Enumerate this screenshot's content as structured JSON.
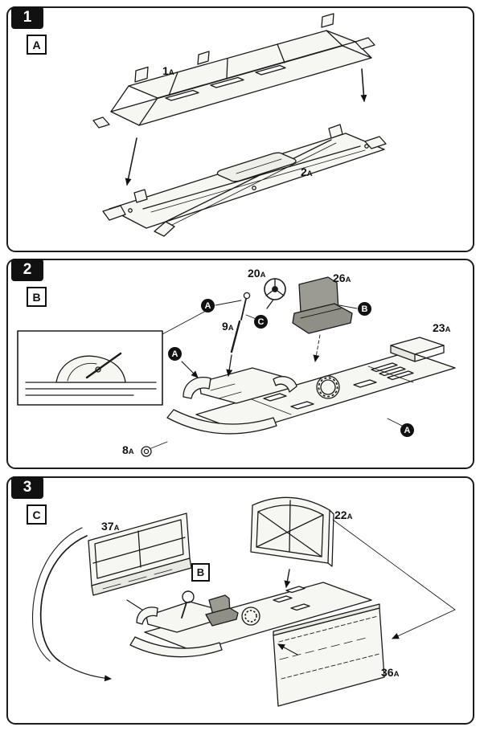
{
  "steps": [
    {
      "number": "1",
      "letter": "A",
      "parts": {
        "p1": {
          "num": "1",
          "suf": "A"
        },
        "p2": {
          "num": "2",
          "suf": "A"
        }
      }
    },
    {
      "number": "2",
      "letter": "B",
      "parts": {
        "p20": {
          "num": "20",
          "suf": "A"
        },
        "p26": {
          "num": "26",
          "suf": "A"
        },
        "p9": {
          "num": "9",
          "suf": "A"
        },
        "p23": {
          "num": "23",
          "suf": "A"
        },
        "p8": {
          "num": "8",
          "suf": "A"
        }
      },
      "callouts": {
        "a_top": "A",
        "c": "C",
        "b": "B",
        "a_left": "A",
        "a_floor": "A"
      }
    },
    {
      "number": "3",
      "letter": "C",
      "ref_badge": "B",
      "parts": {
        "p37": {
          "num": "37",
          "suf": "A"
        },
        "p22": {
          "num": "22",
          "suf": "A"
        },
        "p36": {
          "num": "36",
          "suf": "A"
        }
      }
    }
  ]
}
